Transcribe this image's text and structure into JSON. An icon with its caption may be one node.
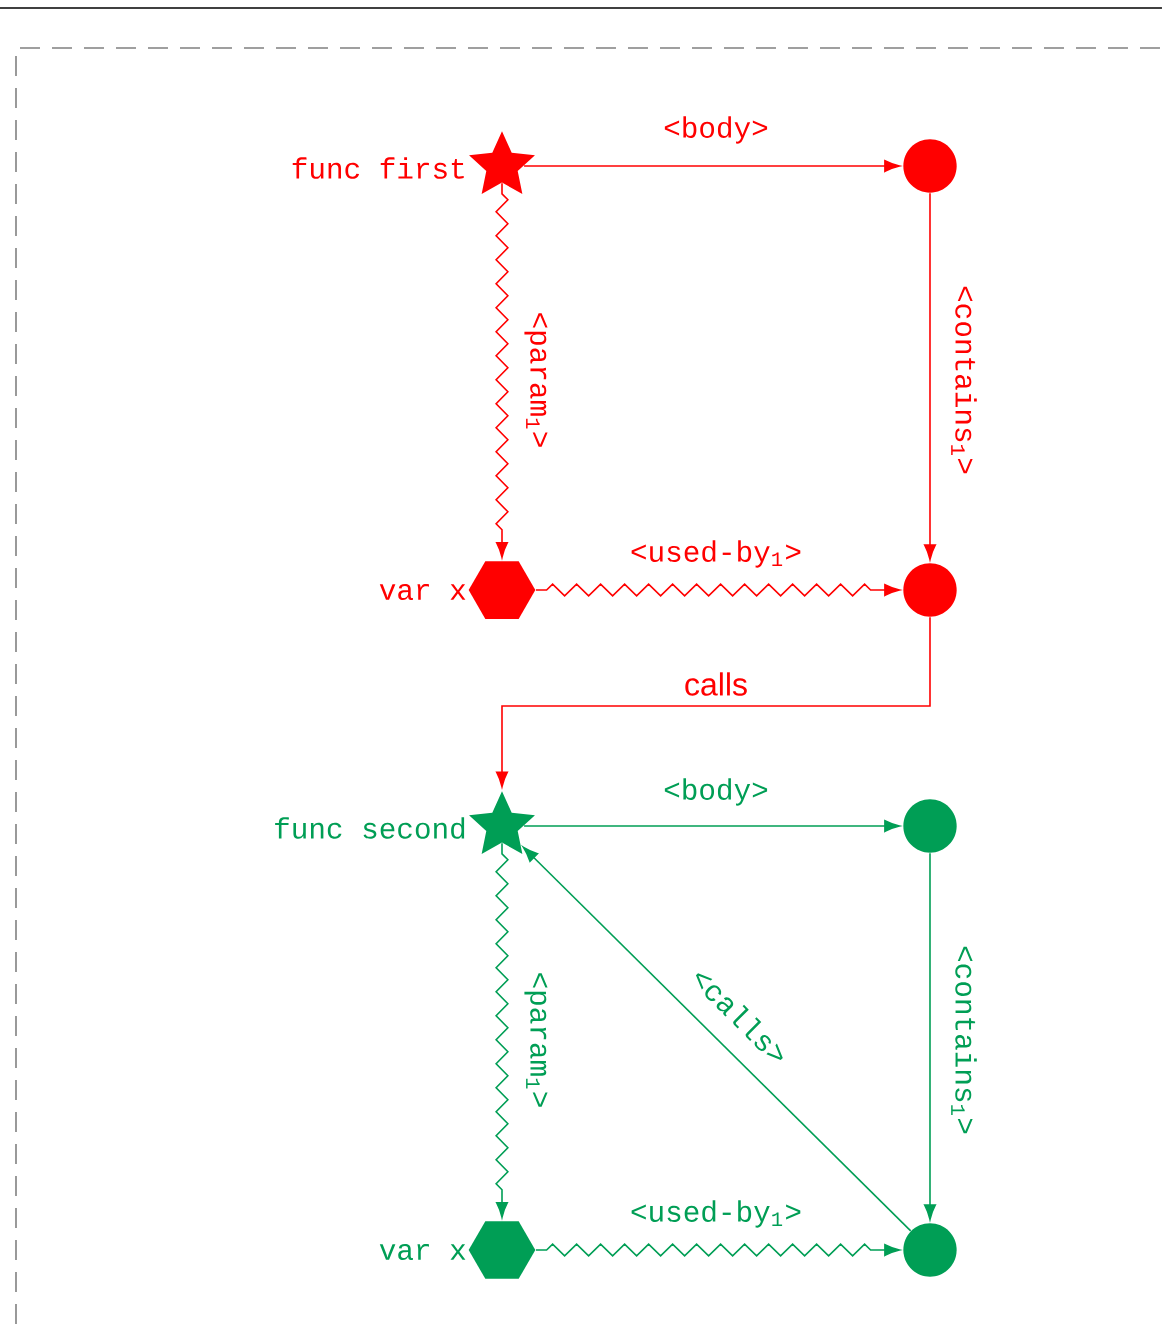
{
  "diagram": {
    "nodes": [
      {
        "text": [],
        "shape": "star",
        "beside": [
          "func first"
        ]
      },
      {
        "text": [],
        "shape": "circle"
      },
      {
        "text": [],
        "shape": "hexagon",
        "beside": [
          "var x"
        ]
      },
      {
        "text": [],
        "shape": "circle"
      },
      {
        "text": [],
        "shape": "star",
        "beside": [
          "func second"
        ]
      },
      {
        "text": [],
        "shape": "circle"
      },
      {
        "text": [],
        "shape": "hexagon",
        "beside": [
          "var x"
        ]
      },
      {
        "text": [],
        "shape": "circle"
      }
    ],
    "edges": [
      {
        "from": 0,
        "to": 1,
        "arrow": "to",
        "label": "<body>",
        "color": "#ff0000"
      },
      {
        "from": 0,
        "to": 2,
        "arrow": "to",
        "label": "<param$_{1}$>",
        "color": "#ff0000"
      },
      {
        "from": 1,
        "to": 3,
        "arrow": "to",
        "label": "<contains$_{1}$>",
        "color": "#ff0000"
      },
      {
        "from": 2,
        "to": 3,
        "arrow": "to",
        "label": "<used-by$_{1}$>",
        "color": "#ff0000"
      },
      {
        "from": 3,
        "to": 4,
        "arrow": "to",
        "label": "calls",
        "color": "#ff0000"
      },
      {
        "from": 4,
        "to": 5,
        "arrow": "to",
        "label": "<body>",
        "color": "#009e55"
      },
      {
        "from": 4,
        "to": 6,
        "arrow": "to",
        "label": "<param$_{1}$>",
        "color": "#009e55"
      },
      {
        "from": 5,
        "to": 7,
        "arrow": "to",
        "label": "<contains$_{1}$>",
        "color": "#009e55"
      },
      {
        "from": 6,
        "to": 7,
        "arrow": "to",
        "label": "<used-by$_{1}$>",
        "color": "#009e55"
      },
      {
        "from": 7,
        "to": 4,
        "arrow": "to",
        "label": "<calls>",
        "color": "#009e55"
      }
    ]
  }
}
